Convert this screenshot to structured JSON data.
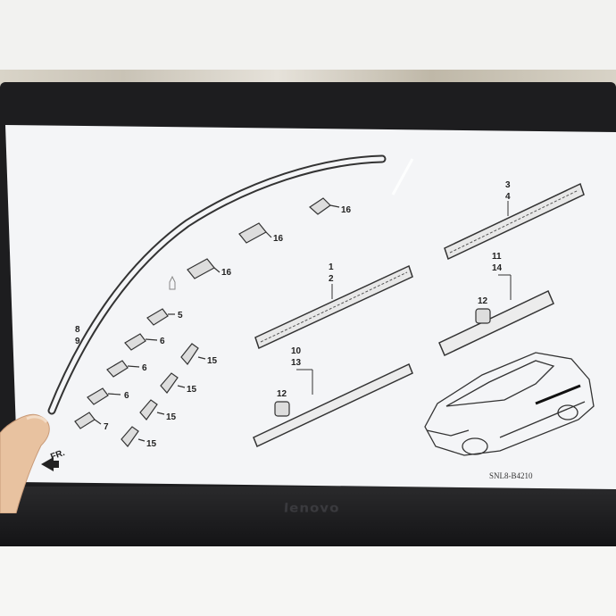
{
  "photo": {
    "laptop_brand": "lenovo"
  },
  "diagram": {
    "code": "SNL8-B4210",
    "direction_label": "FR.",
    "callouts": [
      {
        "id": "c16a",
        "text": "16"
      },
      {
        "id": "c16b",
        "text": "16"
      },
      {
        "id": "c16c",
        "text": "16"
      },
      {
        "id": "c5",
        "text": "5"
      },
      {
        "id": "c6a",
        "text": "6"
      },
      {
        "id": "c6b",
        "text": "6"
      },
      {
        "id": "c6c",
        "text": "6"
      },
      {
        "id": "c7",
        "text": "7"
      },
      {
        "id": "c8",
        "text": "8"
      },
      {
        "id": "c9",
        "text": "9"
      },
      {
        "id": "c15a",
        "text": "15"
      },
      {
        "id": "c15b",
        "text": "15"
      },
      {
        "id": "c15c",
        "text": "15"
      },
      {
        "id": "c15d",
        "text": "15"
      },
      {
        "id": "c1",
        "text": "1"
      },
      {
        "id": "c2",
        "text": "2"
      },
      {
        "id": "c3",
        "text": "3"
      },
      {
        "id": "c4",
        "text": "4"
      },
      {
        "id": "c10",
        "text": "10"
      },
      {
        "id": "c13",
        "text": "13"
      },
      {
        "id": "c11",
        "text": "11"
      },
      {
        "id": "c14",
        "text": "14"
      },
      {
        "id": "c12a",
        "text": "12"
      },
      {
        "id": "c12b",
        "text": "12"
      }
    ]
  },
  "colors": {
    "bezel": "#1d1d1f",
    "screen": "#f4f5f7",
    "ink": "#2a2a2a"
  }
}
